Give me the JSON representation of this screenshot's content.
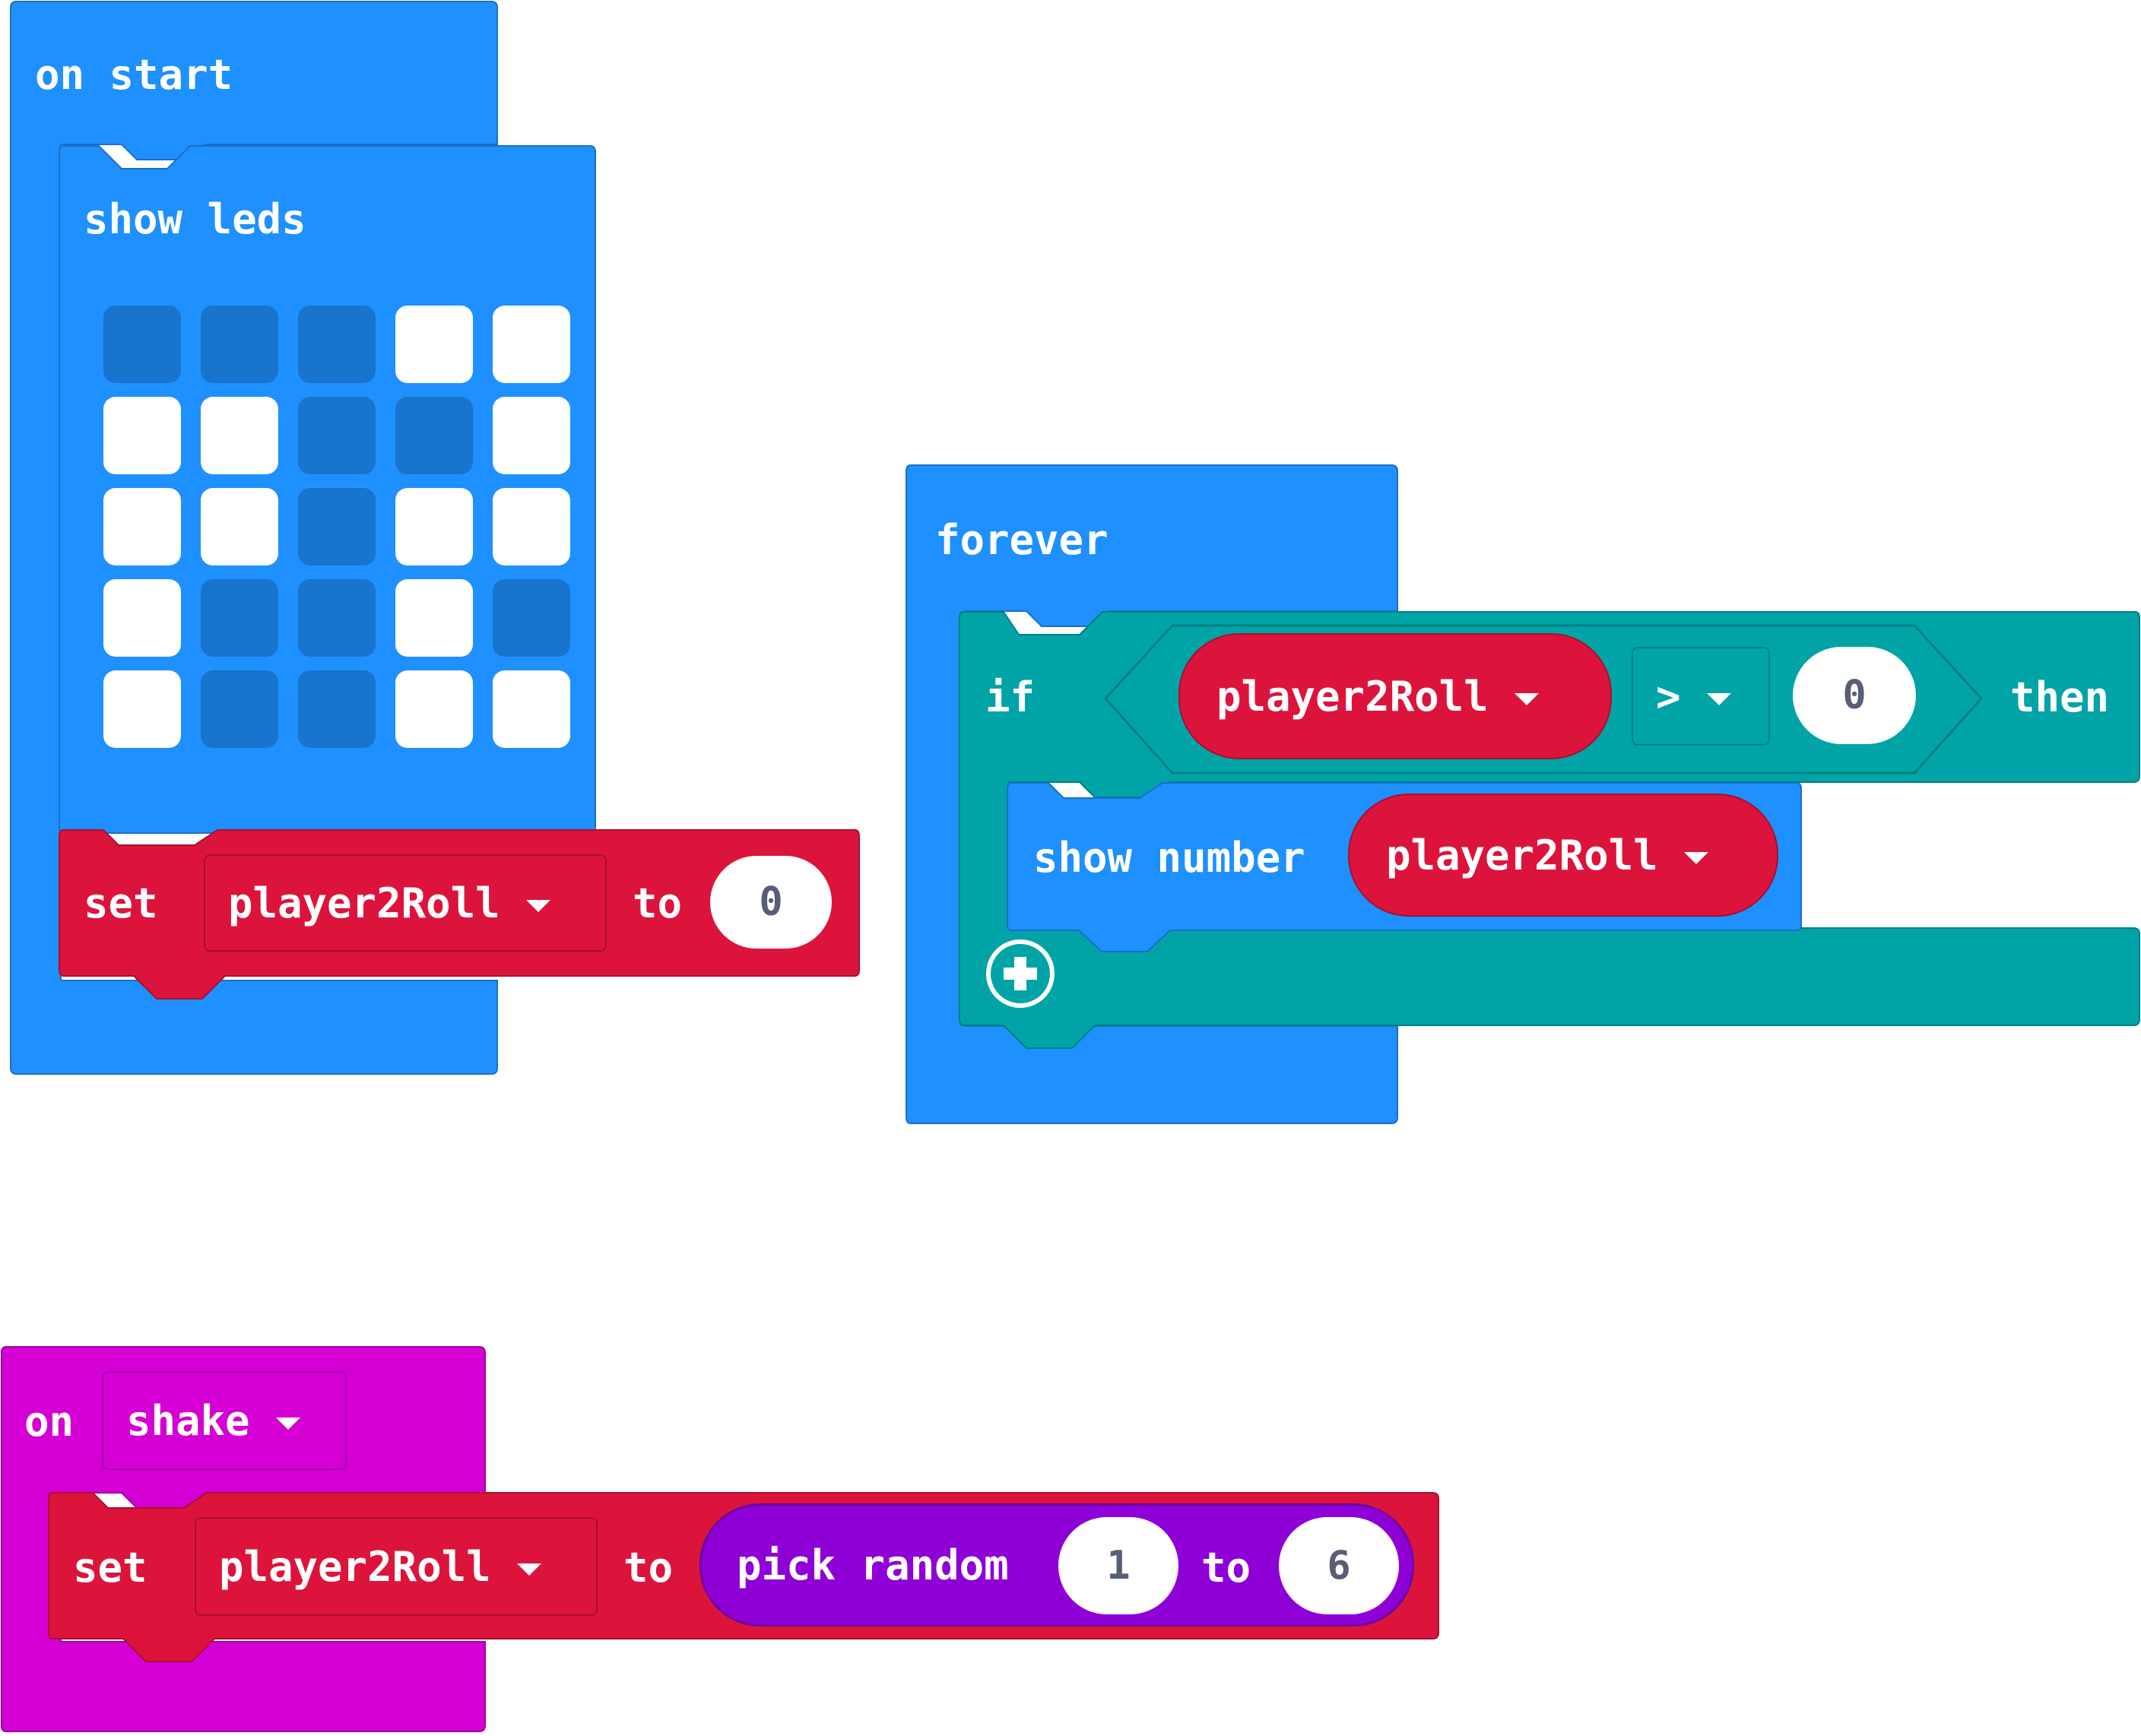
{
  "on_start": {
    "label": "on start",
    "show_leds": {
      "label": "show leds",
      "grid": [
        [
          false,
          false,
          false,
          true,
          true
        ],
        [
          true,
          true,
          false,
          false,
          true
        ],
        [
          true,
          true,
          false,
          true,
          true
        ],
        [
          true,
          false,
          false,
          true,
          false
        ],
        [
          true,
          false,
          false,
          true,
          true
        ]
      ]
    },
    "set_block": {
      "set_label": "set",
      "variable": "player2Roll",
      "to_label": "to",
      "value": "0"
    }
  },
  "forever": {
    "label": "forever",
    "if_block": {
      "if_label": "if",
      "left_var": "player2Roll",
      "operator": ">",
      "right_value": "0",
      "then_label": "then",
      "show_number": {
        "label": "show number",
        "variable": "player2Roll"
      },
      "add_icon": "plus-circle-icon"
    }
  },
  "on_shake": {
    "on_label": "on",
    "gesture": "shake",
    "set_block": {
      "set_label": "set",
      "variable": "player2Roll",
      "to_label": "to",
      "pick_random": {
        "label": "pick random",
        "from": "1",
        "to_label": "to",
        "to": "6"
      }
    }
  },
  "colors": {
    "basic": "#1E90FF",
    "logic": "#00A4A6",
    "variables": "#DC143C",
    "input": "#D400D4",
    "math": "#8F00D7"
  }
}
